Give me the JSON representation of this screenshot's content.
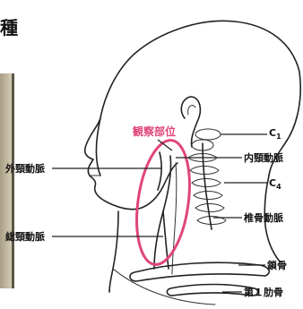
{
  "title_fragment": "種",
  "observation_label": "観察部位",
  "labels": {
    "external_carotid": "外頸動脈",
    "common_carotid": "総頸動脈",
    "c1": "C",
    "c1_sub": "1",
    "internal_carotid": "内頸動脈",
    "c4": "C",
    "c4_sub": "4",
    "vertebral_artery": "椎骨動脈",
    "clavicle": "鎖骨",
    "first_rib": "第１肋骨"
  },
  "colors": {
    "highlight": "#e0457a",
    "ink": "#222222"
  }
}
